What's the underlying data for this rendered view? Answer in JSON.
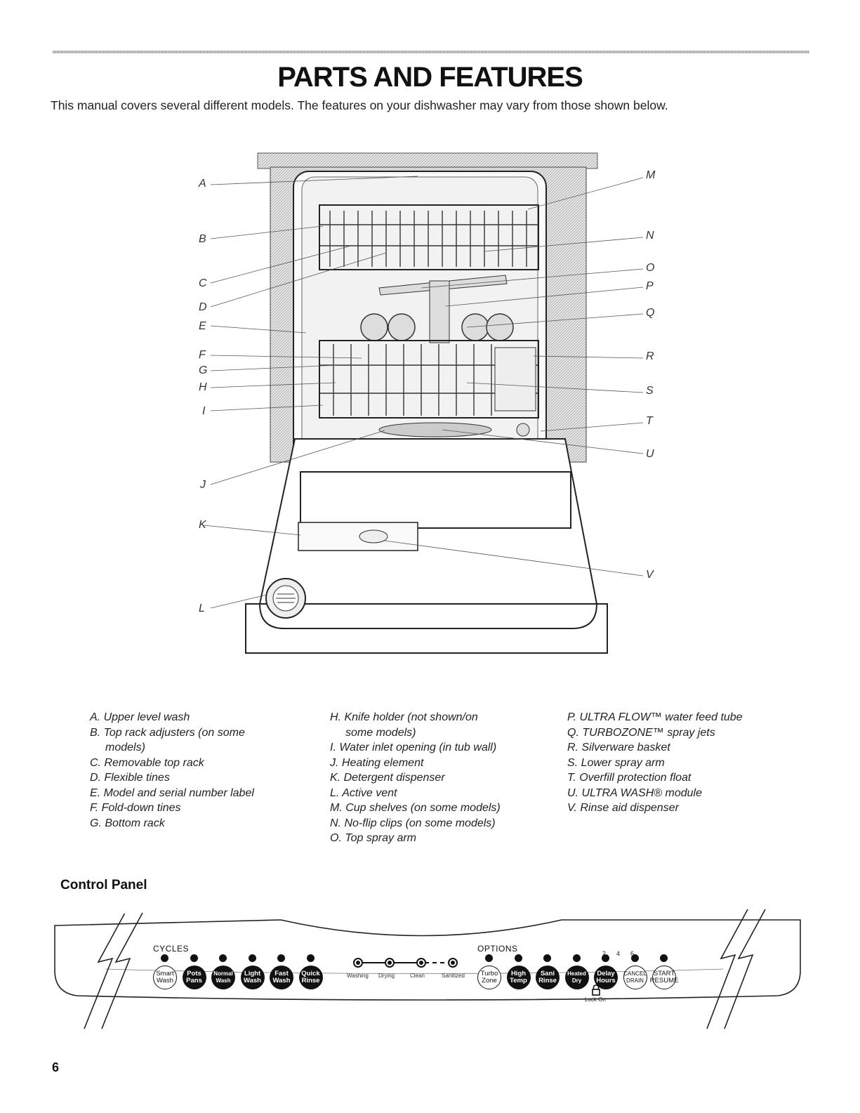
{
  "page": {
    "title": "PARTS AND FEATURES",
    "intro": "This manual covers several different models. The features on your dishwasher may vary from those shown below.",
    "page_number": "6"
  },
  "diagram": {
    "callouts_left": [
      "A",
      "B",
      "C",
      "D",
      "E",
      "F",
      "G",
      "H",
      "I",
      "J",
      "K",
      "L"
    ],
    "callouts_right": [
      "M",
      "N",
      "O",
      "P",
      "Q",
      "R",
      "S",
      "T",
      "U",
      "V"
    ]
  },
  "legend": {
    "col1": [
      {
        "text": "A. Upper level wash"
      },
      {
        "text": "B. Top rack adjusters (on some"
      },
      {
        "text": "models)",
        "cont": true
      },
      {
        "text": "C. Removable top rack"
      },
      {
        "text": "D. Flexible tines"
      },
      {
        "text": "E. Model and serial number label"
      },
      {
        "text": "F. Fold-down tines"
      },
      {
        "text": "G. Bottom rack"
      }
    ],
    "col2": [
      {
        "text": "H. Knife holder (not shown/on"
      },
      {
        "text": "some models)",
        "cont": true
      },
      {
        "text": "I. Water inlet opening (in tub wall)"
      },
      {
        "text": "J. Heating element"
      },
      {
        "text": "K. Detergent dispenser"
      },
      {
        "text": "L. Active vent"
      },
      {
        "text": "M. Cup shelves (on some models)"
      },
      {
        "text": "N. No-flip clips (on some models)"
      },
      {
        "text": "O. Top spray arm"
      }
    ],
    "col3": [
      {
        "text": "P. ULTRA FLOW™ water feed tube"
      },
      {
        "text": "Q. TURBOZONE™ spray jets"
      },
      {
        "text": "R. Silverware basket"
      },
      {
        "text": "S. Lower spray arm"
      },
      {
        "text": "T. Overfill protection float"
      },
      {
        "text": "U. ULTRA WASH® module"
      },
      {
        "text": "V. Rinse aid dispenser"
      }
    ]
  },
  "control_panel": {
    "heading": "Control Panel",
    "cycles_label": "CYCLES",
    "options_label": "OPTIONS",
    "cycle_buttons": [
      {
        "l1": "Smart",
        "l2": "Wash",
        "light": true
      },
      {
        "l1": "Pots",
        "l2": "Pans"
      },
      {
        "l1": "Normal",
        "l2": "Wash"
      },
      {
        "l1": "Light",
        "l2": "Wash"
      },
      {
        "l1": "Fast",
        "l2": "Wash"
      },
      {
        "l1": "Quick",
        "l2": "Rinse"
      }
    ],
    "status_lights": [
      "Washing",
      "Drying",
      "Clean",
      "Sanitized"
    ],
    "option_buttons": [
      {
        "l1": "Turbo",
        "l2": "Zone",
        "light": true
      },
      {
        "l1": "High",
        "l2": "Temp"
      },
      {
        "l1": "Sani",
        "l2": "Rinse"
      },
      {
        "l1": "Heated",
        "l2": "Dry"
      },
      {
        "l1": "Delay",
        "l2": "Hours"
      },
      {
        "l1": "CANCEL",
        "l2": "DRAIN",
        "light": true
      },
      {
        "l1": "START",
        "l2": "RESUME",
        "light": true
      }
    ],
    "delay_hours": [
      "2",
      "4",
      "6"
    ],
    "lock_label": "Lock On"
  }
}
